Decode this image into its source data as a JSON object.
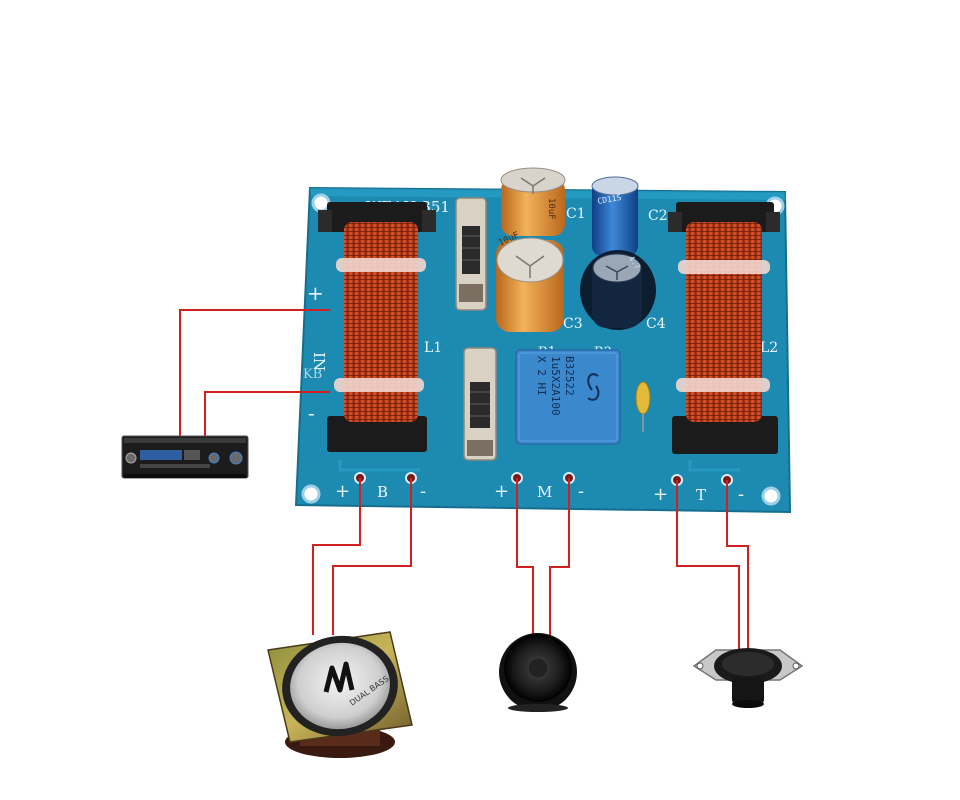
{
  "board": {
    "model_text": "WEAH-351",
    "input_plus": "+",
    "input_minus": "-",
    "input_label": "IN",
    "kb_text": "KB",
    "l1_label": "L1",
    "l2_label": "L2",
    "r1_label": "R1",
    "r2_label": "R2",
    "c1_label": "C1",
    "c2_label": "C2",
    "c3_label": "C3",
    "c4_label": "C4",
    "cap_c1_text": "10uF",
    "cap_c3_text": "10uF",
    "cap_c2_text": "CD11S",
    "cap_c4_text": "4.7",
    "film_cap_lines": [
      "B32522",
      "1u5X2A100",
      "X 2   HI"
    ]
  },
  "terminals": {
    "bass": {
      "plus": "+",
      "label": "B",
      "minus": "-"
    },
    "mid": {
      "plus": "+",
      "label": "M",
      "minus": "-"
    },
    "treble": {
      "plus": "+",
      "label": "T",
      "minus": "-"
    }
  },
  "woofer_cone_text": "DUAL BASS",
  "colors": {
    "pcb": "#1f8fb5",
    "wire": "#d21f1f",
    "copper": "#c9471f",
    "film_cap": "#3f8fd0",
    "electrolytic_orange": "#e7a13a",
    "electrolytic_blue": "#1f5fb0"
  },
  "icons": {
    "amplifier": "amplifier-icon",
    "woofer": "woofer-speaker-icon",
    "midrange": "midrange-speaker-icon",
    "tweeter": "tweeter-speaker-icon"
  }
}
